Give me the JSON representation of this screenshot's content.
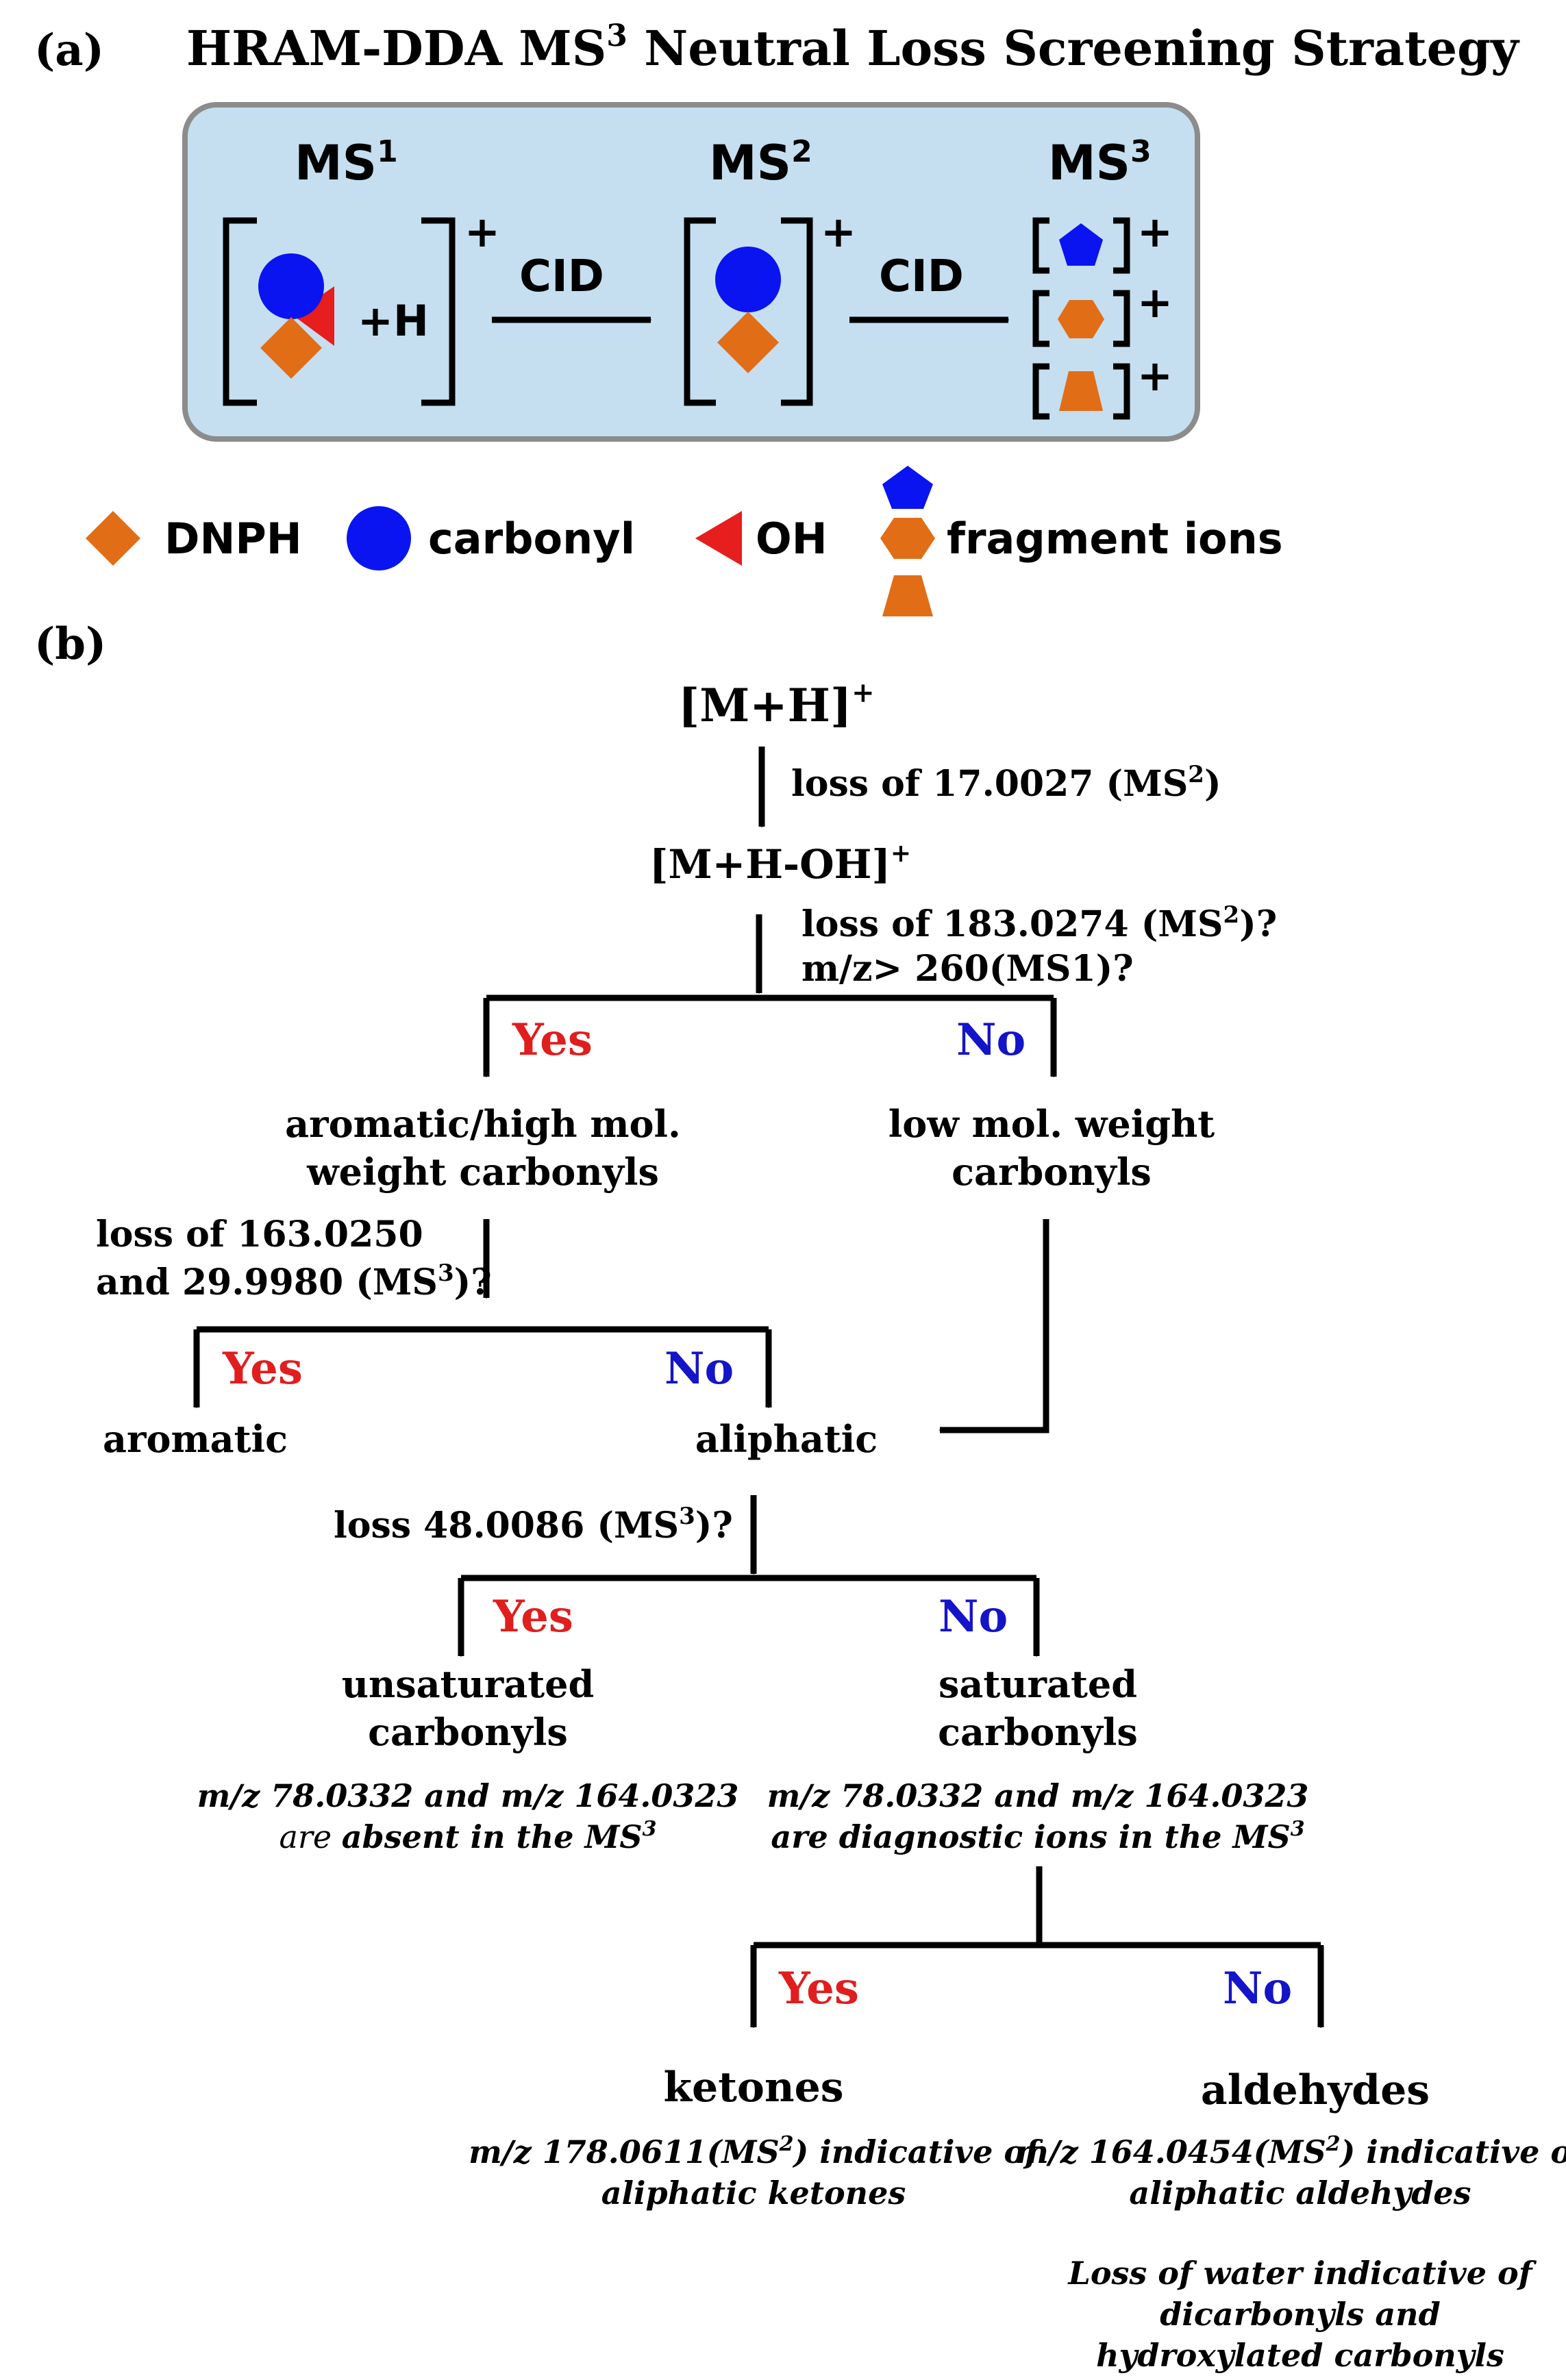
{
  "panel_a": {
    "label": "(a)",
    "title_prefix": "HRAM-DDA MS",
    "title_sup": "3",
    "title_suffix": " Neutral Loss Screening Strategy",
    "ms1_label": "MS",
    "ms1_sup": "1",
    "ms2_label": "MS",
    "ms2_sup": "2",
    "ms3_label": "MS",
    "ms3_sup": "3",
    "proton_label": "+H",
    "charge": "+",
    "cid_1": "CID",
    "cid_2": "CID",
    "legend": {
      "dnph": "DNPH",
      "carbonyl": "carbonyl",
      "oh": "OH",
      "fragment_ions": "fragment ions"
    },
    "colors": {
      "box_fill": "#c5dff0",
      "box_border": "#8c8c8c",
      "carbonyl": "#0a14f0",
      "dnph": "#e26d17",
      "oh": "#e61e1e"
    }
  },
  "panel_b": {
    "label": "(b)",
    "mh": "[M+H]",
    "mh_sup": "+",
    "loss1_prefix": "loss of 17.0027 (MS",
    "loss1_sup": "2",
    "loss1_suffix": ")",
    "mhoh": "[M+H-OH]",
    "mhoh_sup": "+",
    "q1_line1_prefix": "loss of 183.0274 (MS",
    "q1_line1_sup": "2",
    "q1_line1_suffix": ")?",
    "q1_line2": "m/z> 260(MS1)?",
    "yes": "Yes",
    "no": "No",
    "aromatic_high_1": "aromatic/high mol.",
    "aromatic_high_2": "weight carbonyls",
    "low_mol_1": "low mol. weight",
    "low_mol_2": "carbonyls",
    "q2_line1": "loss of 163.0250",
    "q2_line2_prefix": "and 29.9980 (MS",
    "q2_line2_sup": "3",
    "q2_line2_suffix": ")?",
    "aromatic": "aromatic",
    "aliphatic": "aliphatic",
    "q3_prefix": "loss 48.0086 (MS",
    "q3_sup": "3",
    "q3_suffix": ")?",
    "unsat_1": "unsaturated",
    "unsat_2": "carbonyls",
    "sat_1": "saturated",
    "sat_2": "carbonyls",
    "unsat_note_1": "m/z 78.0332 and m/z 164.0323",
    "unsat_note_2_pre": "are ",
    "unsat_note_2_bold": "absent in the MS",
    "unsat_note_2_sup": "3",
    "sat_note_1": "m/z 78.0332 and m/z 164.0323",
    "sat_note_2": "are diagnostic ions in the MS",
    "sat_note_2_sup": "3",
    "ketones": "ketones",
    "aldehydes": "aldehydes",
    "ket_note_1_prefix": "m/z 178.0611(MS",
    "ket_note_1_sup": "2",
    "ket_note_1_suffix": ") indicative of",
    "ket_note_2": "aliphatic ketones",
    "ald_note_1_prefix": "m/z 164.0454(MS",
    "ald_note_1_sup": "2",
    "ald_note_1_suffix": ") indicative of",
    "ald_note_2": "aliphatic aldehydes",
    "water_1": "Loss of water indicative of",
    "water_2": "dicarbonyls and",
    "water_3": "hydroxylated carbonyls",
    "colors": {
      "yes": "#e01e1e",
      "no": "#1414c8",
      "line": "#000000"
    }
  }
}
